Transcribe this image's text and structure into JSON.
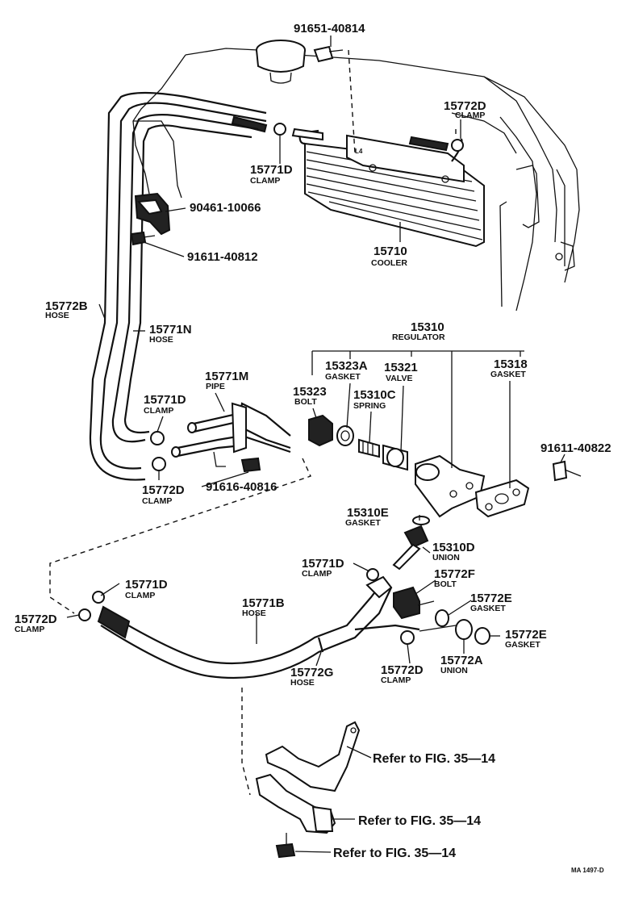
{
  "labels": {
    "p_91651_40814": "91651-40814",
    "p_15772D_top": "15772D",
    "n_clamp_15772D_top": "CLAMP",
    "p_15771D_top": "15771D",
    "n_clamp_15771D_top": "CLAMP",
    "p_90461_10066": "90461-10066",
    "p_91611_40812": "91611-40812",
    "p_15710": "15710",
    "n_cooler": "COOLER",
    "p_15772B": "15772B",
    "n_hose_15772B": "HOSE",
    "p_15771N": "15771N",
    "n_hose_15771N": "HOSE",
    "p_15310": "15310",
    "n_regulator": "REGULATOR",
    "p_15323A": "15323A",
    "n_gasket_15323A": "GASKET",
    "p_15321": "15321",
    "n_valve": "VALVE",
    "p_15318": "15318",
    "n_gasket_15318": "GASKET",
    "p_15771M": "15771M",
    "n_pipe": "PIPE",
    "p_15323": "15323",
    "n_bolt_15323": "BOLT",
    "p_15310C": "15310C",
    "n_spring": "SPRING",
    "p_15771D_mid": "15771D",
    "n_clamp_15771D_mid": "CLAMP",
    "p_15772D_mid": "15772D",
    "n_clamp_15772D_mid": "CLAMP",
    "p_91616_40816": "91616-40816",
    "p_91611_40822": "91611-40822",
    "p_15310E": "15310E",
    "n_gasket_15310E": "GASKET",
    "p_15310D": "15310D",
    "n_union_15310D": "UNION",
    "p_15771D_low": "15771D",
    "n_clamp_15771D_low": "CLAMP",
    "p_15772F": "15772F",
    "n_bolt_15772F": "BOLT",
    "p_15771D_left": "15771D",
    "n_clamp_15771D_left": "CLAMP",
    "p_15772D_left": "15772D",
    "n_clamp_15772D_left": "CLAMP",
    "p_15771B": "15771B",
    "n_hose_15771B": "HOSE",
    "p_15772E_a": "15772E",
    "n_gasket_15772E_a": "GASKET",
    "p_15772E_b": "15772E",
    "n_gasket_15772E_b": "GASKET",
    "p_15772G": "15772G",
    "n_hose_15772G": "HOSE",
    "p_15772D_low": "15772D",
    "n_clamp_15772D_low": "CLAMP",
    "p_15772A": "15772A",
    "n_union_15772A": "UNION",
    "ref_1": "Refer to FIG. 35—14",
    "ref_2": "Refer to FIG. 35—14",
    "ref_3": "Refer to FIG. 35—14",
    "figure_code": "MA 1497-D"
  }
}
